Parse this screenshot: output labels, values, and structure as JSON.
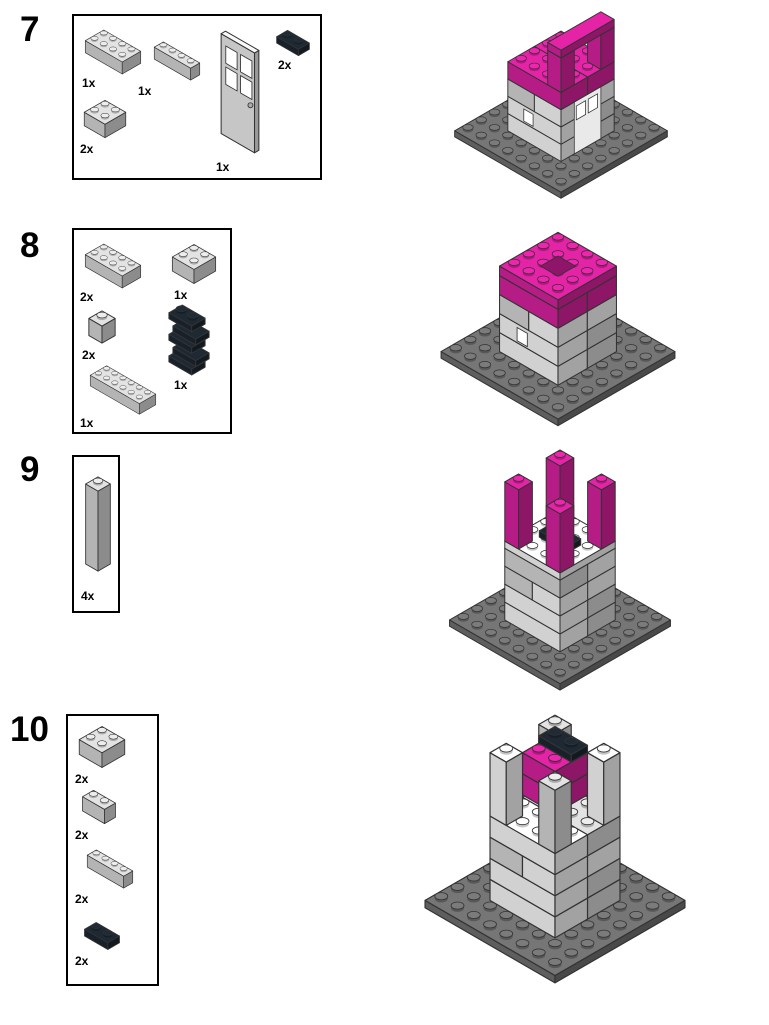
{
  "colors": {
    "gray": "#d4d4d4",
    "white": "#f6f6f6",
    "magenta": "#d6219c",
    "dark": "#1c2630",
    "baseplate": "#6e6e6e",
    "outline": "#333333",
    "door": "#e9e9e9"
  },
  "steps": [
    {
      "number": "7",
      "render_name": "assembly-after-step-7",
      "parts": [
        {
          "name": "brick-2x4-gray",
          "shape": "brick",
          "w": 4,
          "d": 2,
          "h": 1,
          "color": "gray",
          "qty": "1x"
        },
        {
          "name": "brick-1x4-gray",
          "shape": "brick",
          "w": 4,
          "d": 1,
          "h": 1,
          "color": "gray",
          "qty": "1x"
        },
        {
          "name": "brick-2x2-gray",
          "shape": "brick",
          "w": 2,
          "d": 2,
          "h": 1,
          "color": "gray",
          "qty": "2x"
        },
        {
          "name": "door-1x4x6-with-window",
          "shape": "door",
          "color": "white",
          "qty": "1x"
        },
        {
          "name": "plate-1x2-black",
          "shape": "brick",
          "w": 2,
          "d": 1,
          "h": 0.45,
          "color": "dark",
          "qty": "2x"
        }
      ]
    },
    {
      "number": "8",
      "render_name": "assembly-after-step-8",
      "parts": [
        {
          "name": "brick-2x4-gray",
          "shape": "brick",
          "w": 4,
          "d": 2,
          "h": 1,
          "color": "gray",
          "qty": "2x"
        },
        {
          "name": "brick-2x2-gray",
          "shape": "brick",
          "w": 2,
          "d": 2,
          "h": 1,
          "color": "gray",
          "qty": "1x"
        },
        {
          "name": "brick-1x1-gray",
          "shape": "brick",
          "w": 1,
          "d": 1,
          "h": 1,
          "color": "gray",
          "qty": "2x"
        },
        {
          "name": "ladder-black",
          "shape": "ladder",
          "color": "dark",
          "qty": "1x"
        },
        {
          "name": "brick-2x6-gray",
          "shape": "brick",
          "w": 6,
          "d": 2,
          "h": 1,
          "color": "gray",
          "qty": "1x"
        }
      ]
    },
    {
      "number": "9",
      "render_name": "assembly-after-step-9",
      "parts": [
        {
          "name": "brick-1x1x5-gray",
          "shape": "brick",
          "w": 1,
          "d": 1,
          "h": 5,
          "color": "gray",
          "qty": "4x"
        }
      ]
    },
    {
      "number": "10",
      "render_name": "assembly-after-step-10",
      "parts": [
        {
          "name": "brick-2x2-gray",
          "shape": "brick",
          "w": 2,
          "d": 2,
          "h": 1,
          "color": "gray",
          "qty": "2x"
        },
        {
          "name": "brick-1x2-gray",
          "shape": "brick",
          "w": 2,
          "d": 1,
          "h": 1,
          "color": "gray",
          "qty": "2x"
        },
        {
          "name": "brick-1x4-gray",
          "shape": "brick",
          "w": 4,
          "d": 1,
          "h": 1,
          "color": "gray",
          "qty": "2x"
        },
        {
          "name": "plate-1x2-black",
          "shape": "brick",
          "w": 2,
          "d": 1,
          "h": 0.45,
          "color": "dark",
          "qty": "2x"
        }
      ]
    }
  ]
}
